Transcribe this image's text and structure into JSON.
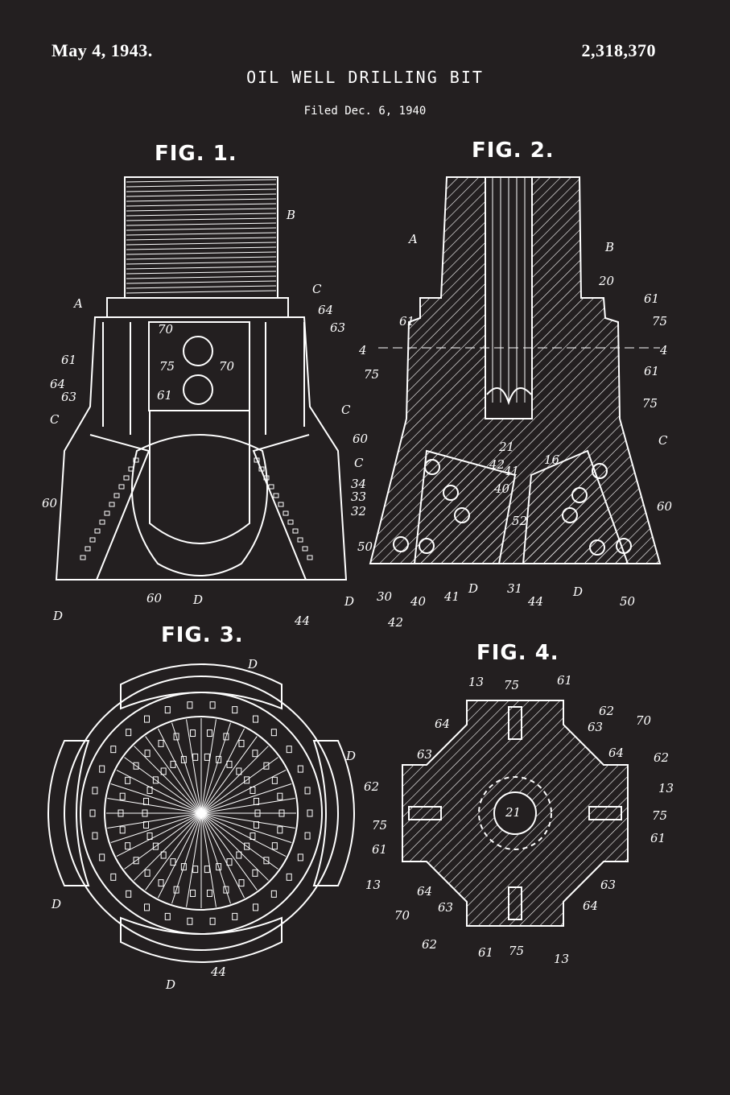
{
  "header": {
    "date": "May 4, 1943.",
    "patent_number": "2,318,370",
    "title": "OIL WELL DRILLING BIT",
    "filed": "Filed Dec. 6, 1940"
  },
  "figures": {
    "fig1": {
      "label": "FIG. 1.",
      "refs": [
        "A",
        "B",
        "C",
        "C",
        "C",
        "64",
        "63",
        "61",
        "64",
        "63",
        "70",
        "70",
        "75",
        "61",
        "60",
        "60",
        "60",
        "D",
        "D",
        "44",
        "D"
      ]
    },
    "fig2": {
      "label": "FIG. 2.",
      "refs": [
        "A",
        "B",
        "20",
        "61",
        "75",
        "61",
        "4",
        "4",
        "75",
        "61",
        "75",
        "C",
        "C",
        "21",
        "16",
        "34",
        "33",
        "32",
        "50",
        "42",
        "41",
        "40",
        "52",
        "30",
        "40",
        "41",
        "D",
        "31",
        "44",
        "D",
        "60",
        "50",
        "42"
      ]
    },
    "fig3": {
      "label": "FIG. 3.",
      "refs": [
        "D",
        "D",
        "D",
        "D",
        "44"
      ]
    },
    "fig4": {
      "label": "FIG. 4.",
      "refs": [
        "13",
        "75",
        "61",
        "62",
        "63",
        "70",
        "64",
        "63",
        "64",
        "62",
        "62",
        "13",
        "75",
        "75",
        "21",
        "61",
        "61",
        "13",
        "64",
        "63",
        "70",
        "63",
        "64",
        "62",
        "61",
        "75",
        "13"
      ]
    }
  }
}
